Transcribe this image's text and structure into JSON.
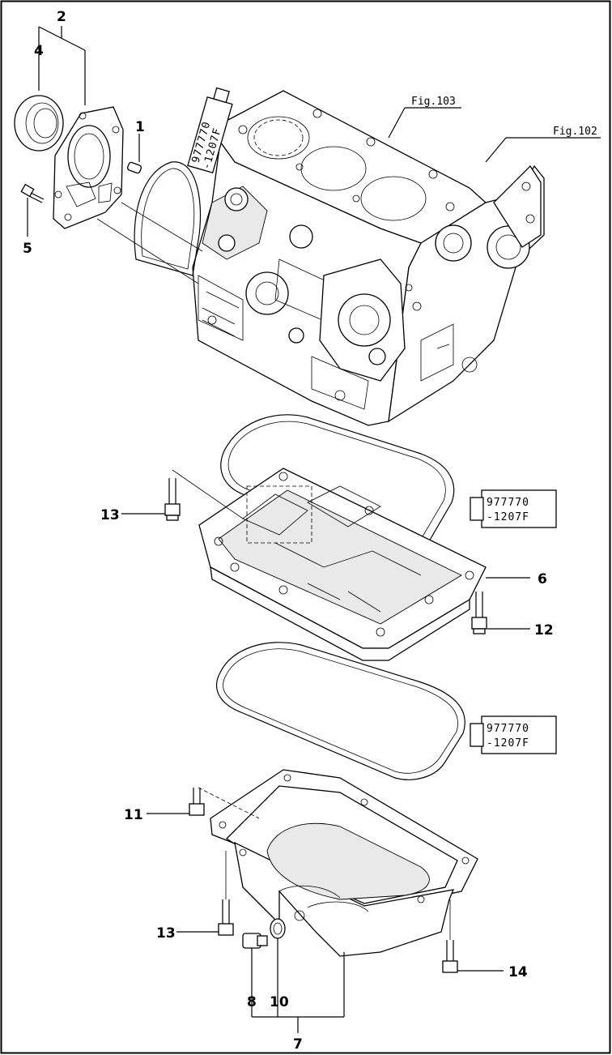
{
  "callouts": {
    "c1": "1",
    "c2": "2",
    "c4": "4",
    "c5": "5",
    "c6": "6",
    "c7": "7",
    "c8": "8",
    "c10": "10",
    "c11": "11",
    "c12": "12",
    "c13a": "13",
    "c13b": "13",
    "c14": "14"
  },
  "figure_refs": {
    "fig103": "Fig.103",
    "fig102": "Fig.102"
  },
  "sealant_tubes": [
    {
      "line1": "977770",
      "line2": "-1207F"
    },
    {
      "line1": "977770",
      "line2": "-1207F"
    },
    {
      "line1": "977770",
      "line2": "-1207F"
    }
  ]
}
